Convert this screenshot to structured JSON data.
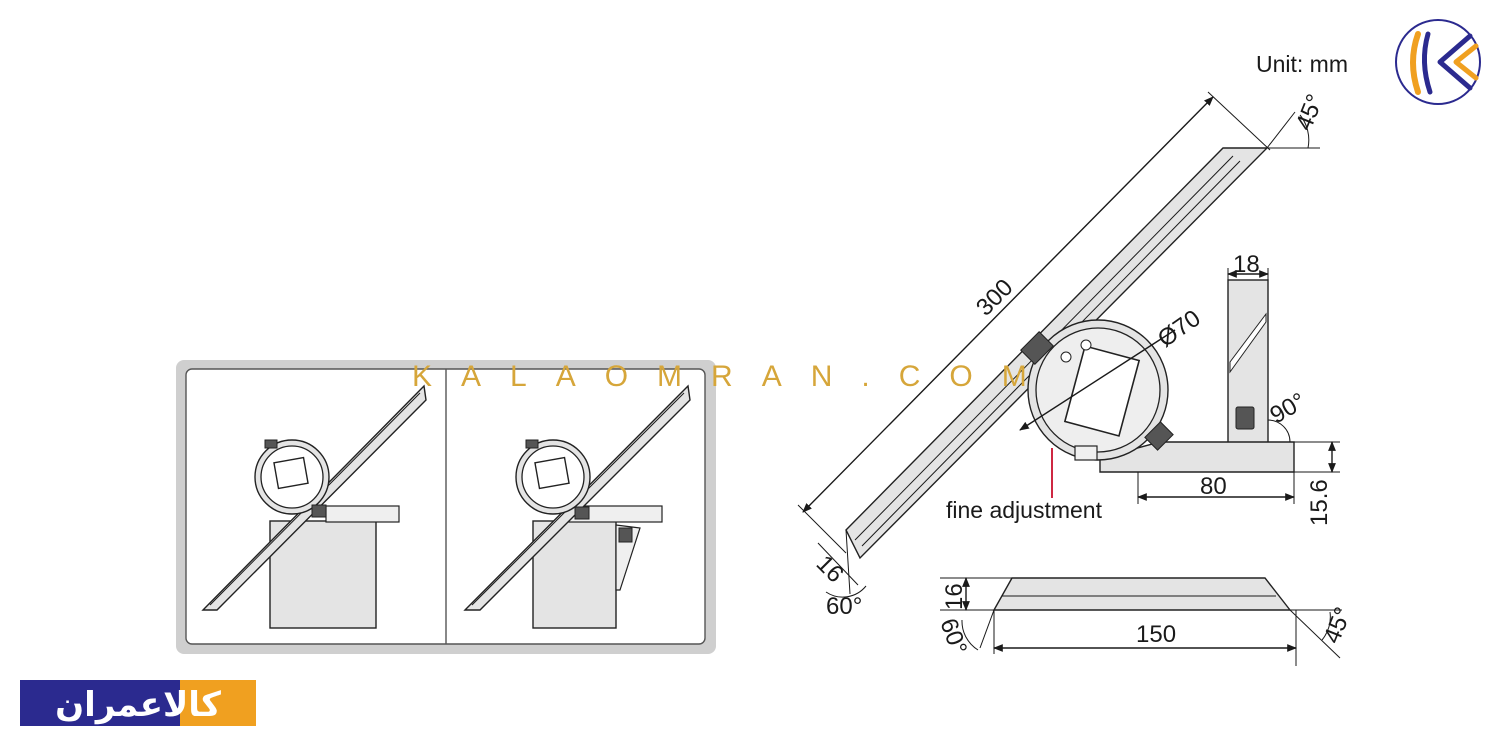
{
  "unit_label": "Unit: mm",
  "watermark": "KALAOMRAN.COM",
  "brand_logo_text": "کالاعمران",
  "annotation_fine_adjustment": "fine adjustment",
  "dimensions": {
    "blade_length": "300",
    "dial_diameter": "Ø70",
    "blade_tip_angle_top": "45°",
    "blade_width": "16",
    "blade_tip_angle_bottom": "60°",
    "stock_width": "18",
    "stock_angle": "90°",
    "stock_length": "80",
    "stock_height": "15.6",
    "bottom_blade_width": "16",
    "bottom_blade_angle_left": "60°",
    "bottom_blade_length": "150",
    "bottom_blade_angle_right": "45°"
  },
  "colors": {
    "watermark": "#d6a63a",
    "logo_navy": "#2b2a8f",
    "logo_orange": "#f0a020",
    "frame_gray": "#cfcfcf",
    "part_fill": "#e4e4e4"
  }
}
